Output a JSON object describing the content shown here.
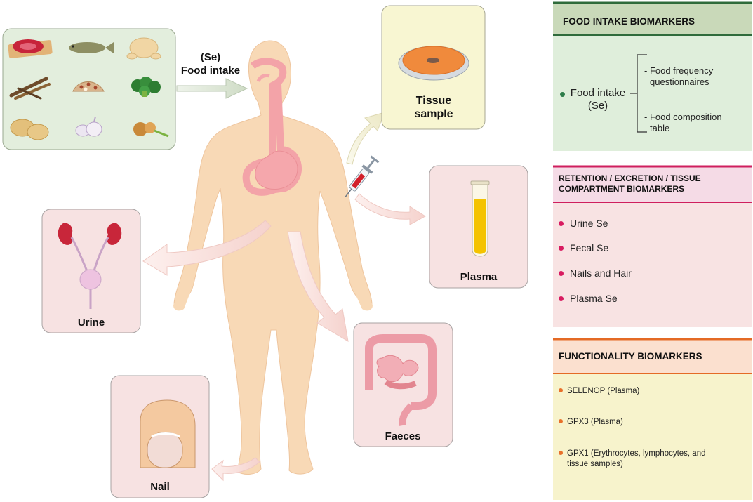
{
  "diagram": {
    "labels": {
      "food_intake_1": "(Se)",
      "food_intake_2": "Food intake",
      "tissue_1": "Tissue",
      "tissue_2": "sample",
      "plasma": "Plasma",
      "urine": "Urine",
      "faeces": "Faeces",
      "nail": "Nail"
    }
  },
  "panels": {
    "food": {
      "title": "FOOD INTAKE BIOMARKERS",
      "main_1": "Food intake",
      "main_2": "(Se)",
      "sub1_1": "- Food frequency",
      "sub1_2": "questionnaires",
      "sub2_1": "- Food composition",
      "sub2_2": "table"
    },
    "retention": {
      "title_1": "RETENTION / EXCRETION / TISSUE",
      "title_2": "COMPARTMENT BIOMARKERS",
      "items": [
        "Urine Se",
        "Fecal Se",
        "Nails and Hair",
        "Plasma Se"
      ]
    },
    "functionality": {
      "title": "FUNCTIONALITY BIOMARKERS",
      "items": [
        "SELENOP (Plasma)",
        "GPX3 (Plasma)",
        "GPX1 (Erythrocytes, lymphocytes, and",
        "tissue samples)"
      ]
    }
  },
  "colors": {
    "skin": "#f8d9b6",
    "food_box": "#e3eedd",
    "tissue_box": "#f8f6d2",
    "pink_box": "#f7e2e2",
    "green_dot": "#2e7d4a",
    "pink_dot": "#d81b60",
    "orange_dot": "#e8702a"
  }
}
